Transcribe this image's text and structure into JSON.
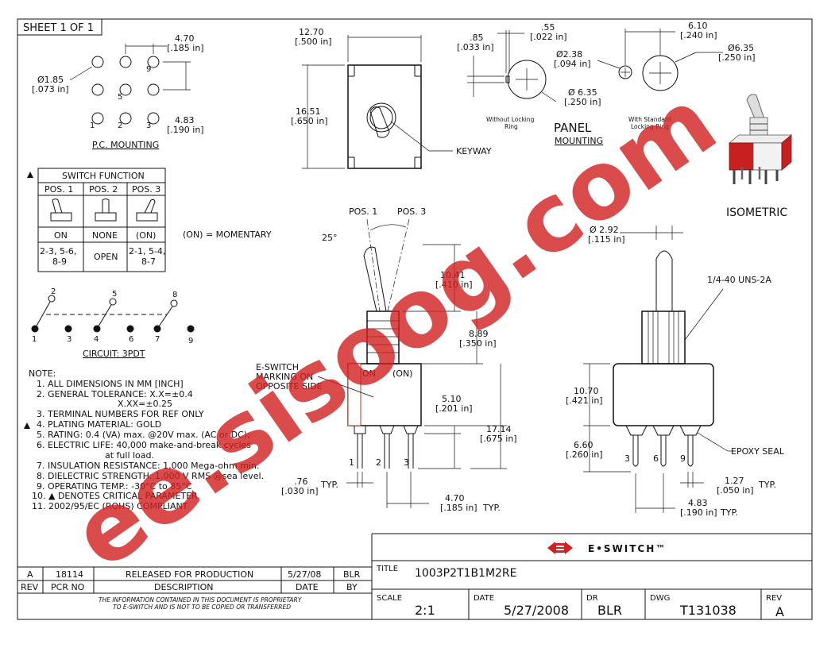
{
  "sheet_label": "SHEET 1 OF 1",
  "pc_mounting": {
    "title": "P.C. MOUNTING",
    "dim_spacing_h": "4.70",
    "dim_spacing_h_in": "[.185 in]",
    "dim_hole": "Ø1.85",
    "dim_hole_in": "[.073 in]",
    "dim_spacing_v": "4.83",
    "dim_spacing_v_in": "[.190 in]",
    "pin_labels": [
      "9",
      "5",
      "1",
      "2",
      "3"
    ]
  },
  "front_view": {
    "dim_width": "12.70",
    "dim_width_in": "[.500 in]",
    "dim_height": "16.51",
    "dim_height_in": "[.650 in]",
    "keyway_label": "KEYWAY"
  },
  "panel_mounting": {
    "title_line1": "PANEL",
    "title_line2": "MOUNTING",
    "dim_a": ".85",
    "dim_a_in": "[.033 in]",
    "dim_b": ".55",
    "dim_b_in": "[.022 in]",
    "dim_c": "Ø 6.35",
    "dim_c_in": "[.250 in]",
    "caption_left_1": "Without Locking",
    "caption_left_2": "Ring",
    "dim_d": "Ø2.38",
    "dim_d_in": "[.094 in]",
    "dim_e": "6.10",
    "dim_e_in": "[.240 in]",
    "dim_f": "Ø6.35",
    "dim_f_in": "[.250 in]",
    "caption_right_1": "With Standard",
    "caption_right_2": "Locking Ring"
  },
  "isometric_label": "ISOMETRIC",
  "switch_function": {
    "title": "SWITCH FUNCTION",
    "headers": [
      "POS. 1",
      "POS. 2",
      "POS. 3"
    ],
    "states": [
      "ON",
      "NONE",
      "(ON)"
    ],
    "connections": [
      [
        "2-3, 5-6,",
        "8-9"
      ],
      [
        "OPEN",
        ""
      ],
      [
        "2-1, 5-4,",
        "8-7"
      ]
    ],
    "note": "(ON) = MOMENTARY"
  },
  "circuit": {
    "title": "CIRCUIT: 3PDT",
    "top_labels": [
      "2",
      "5",
      "8"
    ],
    "bottom_labels": [
      "1",
      "3",
      "4",
      "6",
      "7",
      "9"
    ]
  },
  "notes": {
    "heading": "NOTE:",
    "lines": [
      "1. ALL DIMENSIONS IN MM [INCH]",
      "2. GENERAL TOLERANCE: X.X=±0.4",
      "X.XX=±0.25",
      "3. TERMINAL NUMBERS FOR REF ONLY",
      "4. PLATING MATERIAL: GOLD",
      "5. RATING: 0.4 (VA) max. @20V max. (AC or DC);",
      "6. ELECTRIC LIFE: 40,000 make-and-break cycles",
      "at full load.",
      "7. INSULATION RESISTANCE: 1,000 Mega-ohm min.",
      "8. DIELECTRIC STRENGTH: 1,000 V RMS @sea level.",
      "9. OPERATING TEMP.: -30°C to 85°C",
      "10. ▲ DENOTES CRITICAL PARAMETER.",
      "11. 2002/95/EC (ROHS) COMPLIANT"
    ]
  },
  "side_view": {
    "pos1": "POS. 1",
    "pos3": "POS. 3",
    "angle": "25°",
    "dim_lever": "10.41",
    "dim_lever_in": "[.410 in]",
    "dim_bushing": "8.89",
    "dim_bushing_in": "[.350 in]",
    "on_label": "ON",
    "mom_label": "(ON)",
    "marking_1": "E-SWITCH",
    "marking_2": "MARKING ON",
    "marking_3": "OPPOSITE SIDE",
    "dim_body": "5.10",
    "dim_body_in": "[.201 in]",
    "dim_total": "17.14",
    "dim_total_in": "[.675 in]",
    "pin_labels": [
      "1",
      "2",
      "3"
    ],
    "dim_pin": ".76",
    "dim_pin_in": "[.030 in]",
    "typ": "TYP.",
    "dim_pitch": "4.70",
    "dim_pitch_in": "[.185 in]"
  },
  "end_view": {
    "dim_lever": "Ø 2.92",
    "dim_lever_in": "[.115 in]",
    "thread": "1/4-40 UNS-2A",
    "dim_body": "10.70",
    "dim_body_in": "[.421 in]",
    "dim_pin_len": "6.60",
    "dim_pin_len_in": "[.260 in]",
    "pin_labels": [
      "3",
      "6",
      "9"
    ],
    "epoxy": "EPOXY SEAL",
    "dim_pin_w": "1.27",
    "dim_pin_w_in": "[.050 in]",
    "typ": "TYP.",
    "dim_pitch": "4.83",
    "dim_pitch_in": "[.190 in]"
  },
  "revision_block": {
    "row": [
      "A",
      "18114",
      "RELEASED FOR PRODUCTION",
      "5/27/08",
      "BLR"
    ],
    "headers": [
      "REV",
      "PCR NO",
      "DESCRIPTION",
      "DATE",
      "BY"
    ],
    "notice_1": "THE INFORMATION CONTAINED IN THIS DOCUMENT IS PROPRIETARY",
    "notice_2": "TO E-SWITCH AND IS NOT TO BE COPIED OR TRANSFERRED"
  },
  "title_block": {
    "brand": "E•SWITCH™",
    "title_label": "TITLE",
    "title": "1003P2T1B1M2RE",
    "scale_label": "SCALE",
    "scale": "2:1",
    "date_label": "DATE",
    "date": "5/27/2008",
    "dr_label": "DR",
    "dr": "BLR",
    "dwg_label": "DWG",
    "dwg": "T131038",
    "rev_label": "REV",
    "rev": "A"
  },
  "watermark": "ee.sisoog.com",
  "colors": {
    "watermark": "#d21f1f",
    "brand": "#d21f1f",
    "iso_red": "#c8201f"
  }
}
